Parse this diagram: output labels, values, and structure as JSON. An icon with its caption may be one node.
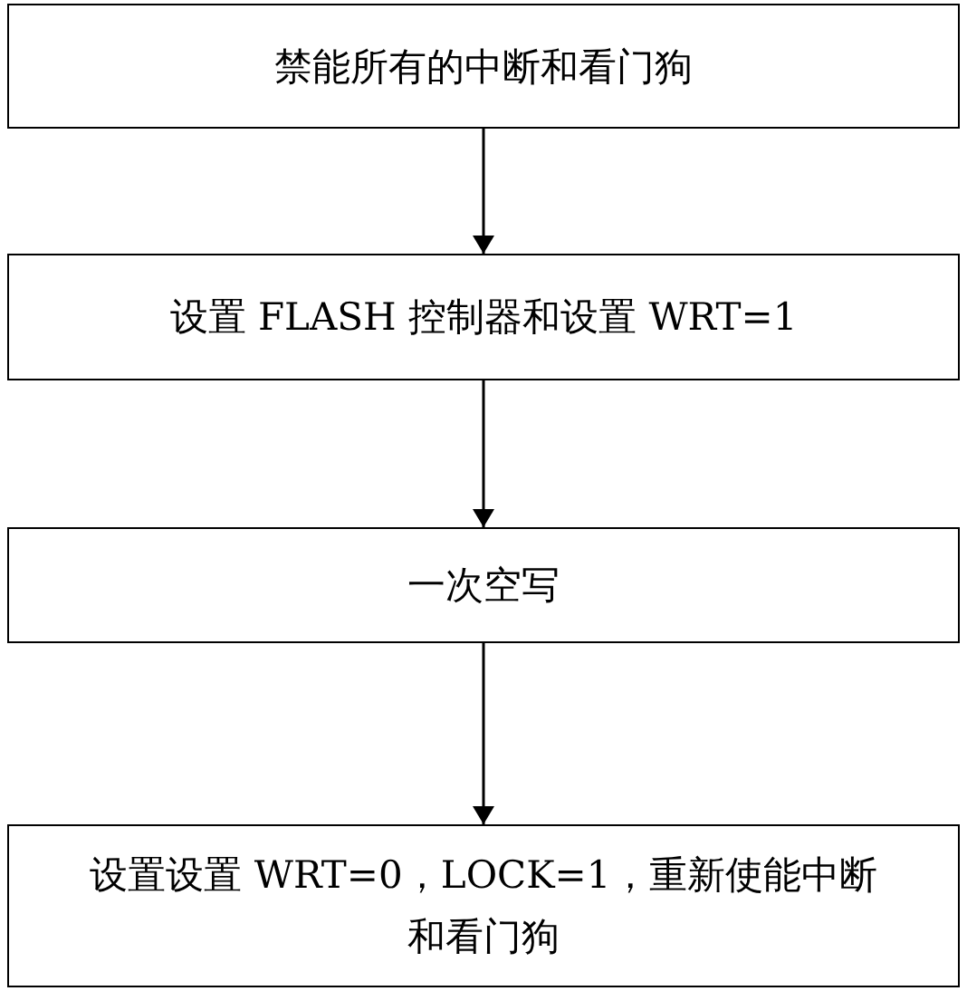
{
  "diagram": {
    "nodes": [
      {
        "text": [
          "禁能所有的中断和看门狗"
        ]
      },
      {
        "text": [
          "设置 FLASH 控制器和设置 WRT=1"
        ]
      },
      {
        "text": [
          "一次空写"
        ]
      },
      {
        "text": [
          "设置设置 WRT=0，LOCK=1，重新使能中断和看门狗"
        ]
      }
    ],
    "edges": [
      {
        "from": 0,
        "to": 1,
        "arrow": "to"
      },
      {
        "from": 1,
        "to": 2,
        "arrow": "to"
      },
      {
        "from": 2,
        "to": 3,
        "arrow": "to"
      }
    ]
  }
}
